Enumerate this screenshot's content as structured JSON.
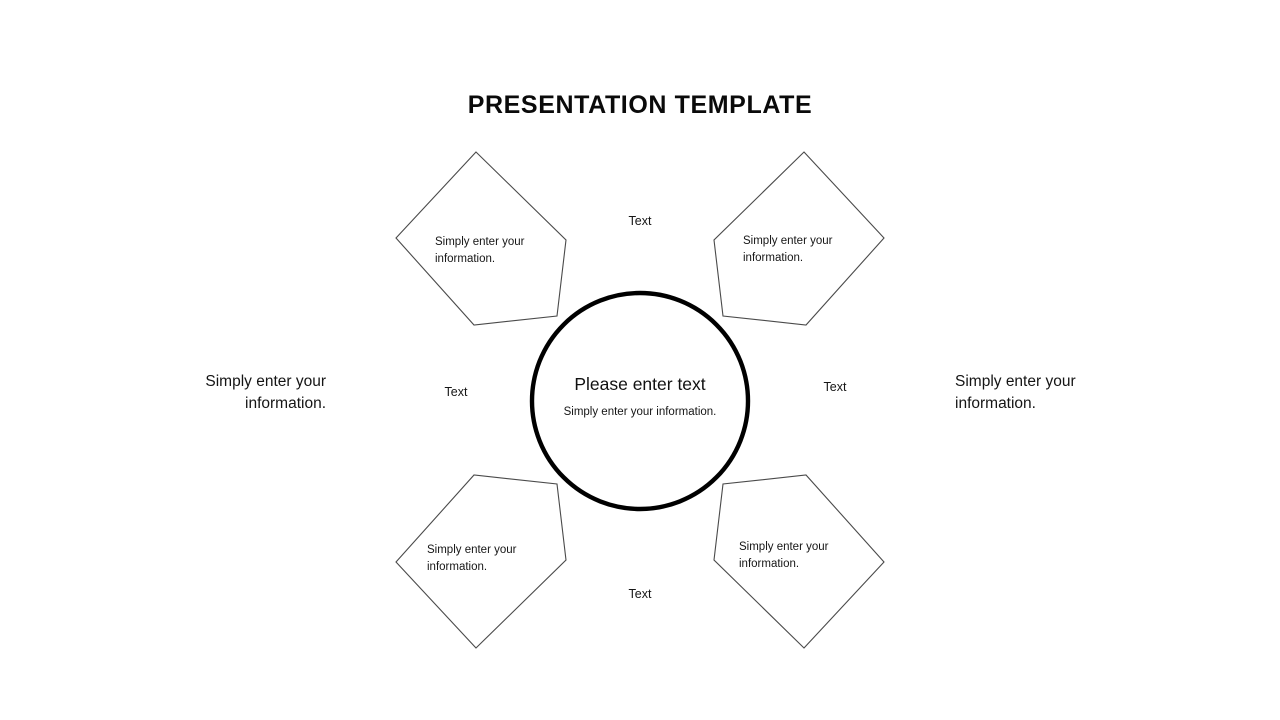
{
  "slide": {
    "title": "PRESENTATION TEMPLATE",
    "background_color": "#ffffff",
    "text_color": "#111111"
  },
  "center": {
    "name": "center-circle",
    "heading": "Please enter text",
    "body": "Simply enter your information.",
    "stroke_color": "#000000"
  },
  "nodes": [
    {
      "position": "top-left",
      "caption": "Simply enter your information.",
      "stroke_color": "#4a4a4a"
    },
    {
      "position": "top-right",
      "caption": "Simply enter your information.",
      "stroke_color": "#4a4a4a"
    },
    {
      "position": "bottom-left",
      "caption": "Simply enter your information.",
      "stroke_color": "#4a4a4a"
    },
    {
      "position": "bottom-right",
      "caption": "Simply enter your information.",
      "stroke_color": "#4a4a4a"
    }
  ],
  "spoke_labels": [
    {
      "position": "top",
      "label": "Text"
    },
    {
      "position": "left",
      "label": "Text"
    },
    {
      "position": "right",
      "label": "Text"
    },
    {
      "position": "bottom",
      "label": "Text"
    }
  ],
  "side_captions": [
    {
      "position": "left",
      "text": "Simply enter your information."
    },
    {
      "position": "right",
      "text": "Simply enter your information."
    }
  ]
}
